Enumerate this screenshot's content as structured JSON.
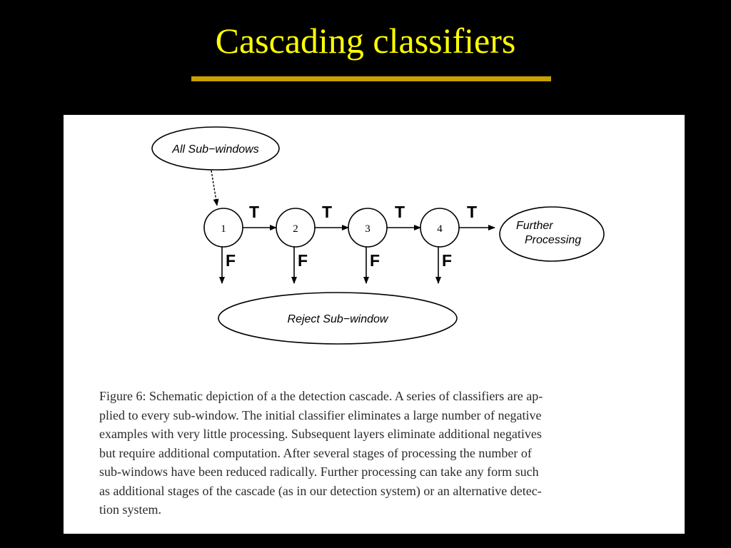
{
  "slide": {
    "title": "Cascading classifiers"
  },
  "diagram": {
    "input_node": "All Sub−windows",
    "stages": [
      "1",
      "2",
      "3",
      "4"
    ],
    "true_label": "T",
    "false_label": "F",
    "output_node": {
      "line1": "Further",
      "line2": "Processing"
    },
    "reject_node": "Reject Sub−window"
  },
  "caption": {
    "lines": [
      "Figure 6: Schematic depiction of a the detection cascade. A series of classifiers are ap-",
      "plied to every sub-window. The initial classifier eliminates a large number of negative",
      "examples with very little processing. Subsequent layers eliminate additional negatives",
      "but require additional computation. After several stages of processing the number of",
      "sub-windows have been reduced radically. Further processing can take any form such",
      "as additional stages of the cascade (as in our detection system) or an alternative detec-",
      "tion system."
    ]
  },
  "colors": {
    "background": "#000000",
    "title": "#ffff00",
    "underline": "#c8a000",
    "panel": "#ffffff"
  }
}
